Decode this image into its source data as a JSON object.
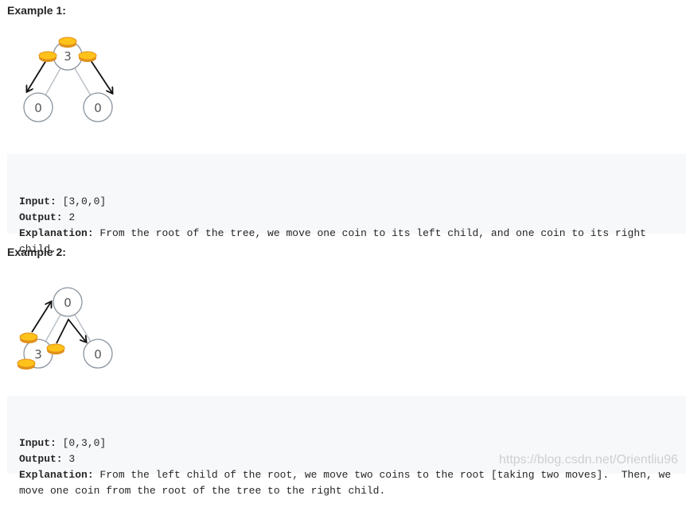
{
  "examples": [
    {
      "title": "Example 1:",
      "input_label": "Input:",
      "input_value": " [3,0,0]",
      "output_label": "Output:",
      "output_value": " 2",
      "explanation_label": "Explanation:",
      "explanation_value": " From the root of the tree, we move one coin to its left child, and one coin to its right child.",
      "tree": {
        "root": "3",
        "left": "0",
        "right": "0"
      }
    },
    {
      "title": "Example 2:",
      "input_label": "Input:",
      "input_value": " [0,3,0]",
      "output_label": "Output:",
      "output_value": " 3",
      "explanation_label": "Explanation:",
      "explanation_value": " From the left child of the root, we move two coins to the root [taking two moves].  Then, we move one coin from the root of the tree to the right child.",
      "tree": {
        "root": "0",
        "left": "3",
        "right": "0"
      }
    }
  ],
  "watermark": "https://blog.csdn.net/Orientliu96",
  "colors": {
    "node_stroke": "#8a949e",
    "edge": "#b4bcc4",
    "arrow": "#111111",
    "coin_top": "#ffc21a",
    "coin_edge": "#e0901a",
    "code_bg": "#f7f8fa"
  }
}
